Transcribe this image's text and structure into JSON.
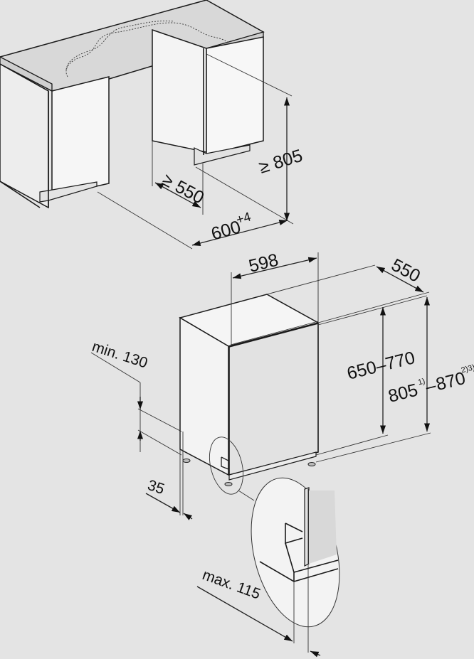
{
  "diagram": {
    "type": "installation dimensions drawing",
    "colors": {
      "background": "#e4e4e4",
      "surface_light": "#f4f4f4",
      "surface_mid": "#e0e0e0",
      "worktop": "#dadada",
      "line": "#1a1a1a"
    },
    "niche": {
      "depth_label": "≥ 550",
      "height_label": "≥ 805",
      "width_label": "600",
      "width_tolerance": "+4"
    },
    "appliance": {
      "width_label": "598",
      "depth_label": "550",
      "door_height_label": "650–770",
      "total_height_min": "805",
      "total_height_min_note": "1)",
      "total_height_dash": "–",
      "total_height_max": "870",
      "total_height_max_note": "2)3)"
    },
    "plinth": {
      "min_height_label": "min. 130",
      "depth_label": "35"
    },
    "detail": {
      "max_label": "max. 115"
    }
  }
}
